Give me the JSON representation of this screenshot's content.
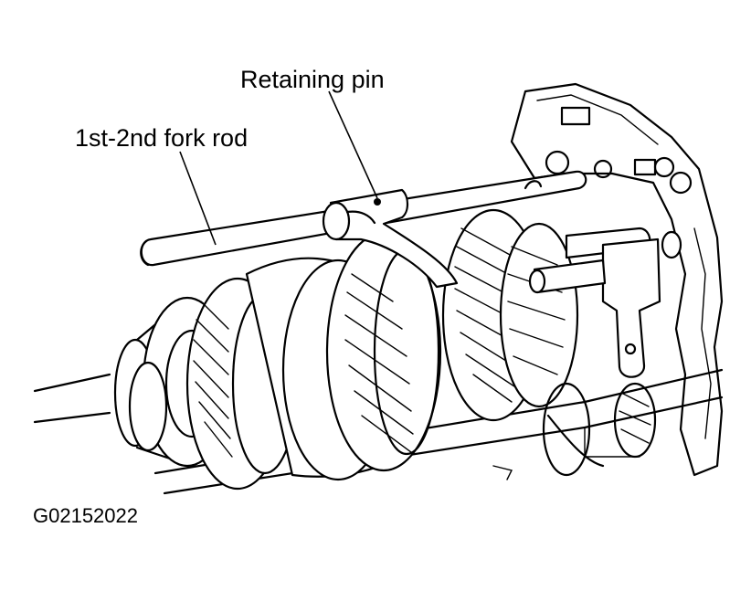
{
  "labels": {
    "retaining_pin": "Retaining pin",
    "fork_rod": "1st-2nd fork rod",
    "figure_code": "G02152022"
  }
}
